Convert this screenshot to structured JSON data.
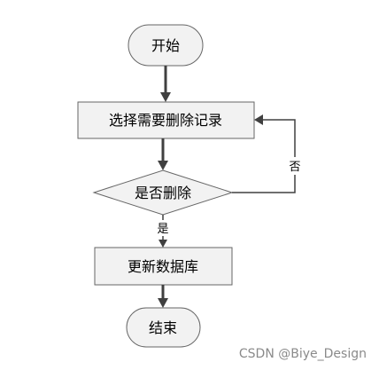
{
  "flowchart": {
    "start": "开始",
    "select_record": "选择需要删除记录",
    "decision": "是否删除",
    "update_db": "更新数据库",
    "end": "结束",
    "label_yes": "是",
    "label_no": "否"
  },
  "watermark": "CSDN @Biye_Design",
  "colors": {
    "node_fill": "#f2f2f2",
    "node_stroke": "#666666",
    "arrow": "#404040"
  }
}
